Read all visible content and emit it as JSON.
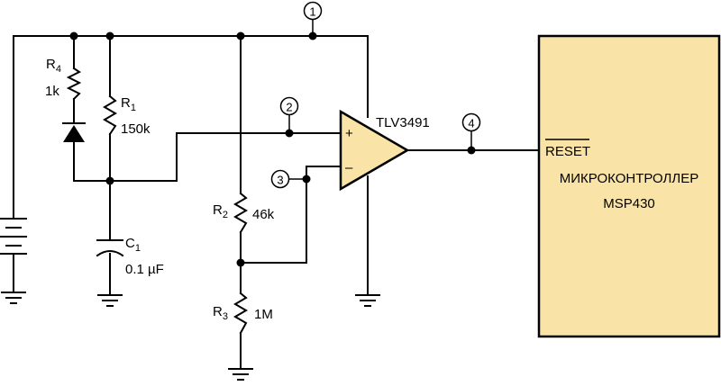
{
  "components": {
    "r4": {
      "ref": "R",
      "sub": "4",
      "value": "1k"
    },
    "r1": {
      "ref": "R",
      "sub": "1",
      "value": "150k"
    },
    "r2": {
      "ref": "R",
      "sub": "2",
      "value": "46k"
    },
    "r3": {
      "ref": "R",
      "sub": "3",
      "value": "1M"
    },
    "c1": {
      "ref": "C",
      "sub": "1",
      "value": "0.1 µF"
    },
    "opamp": {
      "part": "TLV3491",
      "plus": "+",
      "minus": "–"
    }
  },
  "mcu": {
    "pin": "RESET",
    "line1": "МИКРОКОНТРОЛЛЕР",
    "line2": "MSP430"
  },
  "markers": [
    "1",
    "2",
    "3",
    "4"
  ],
  "colors": {
    "fill": "#f9e3a7",
    "line": "#000000"
  }
}
